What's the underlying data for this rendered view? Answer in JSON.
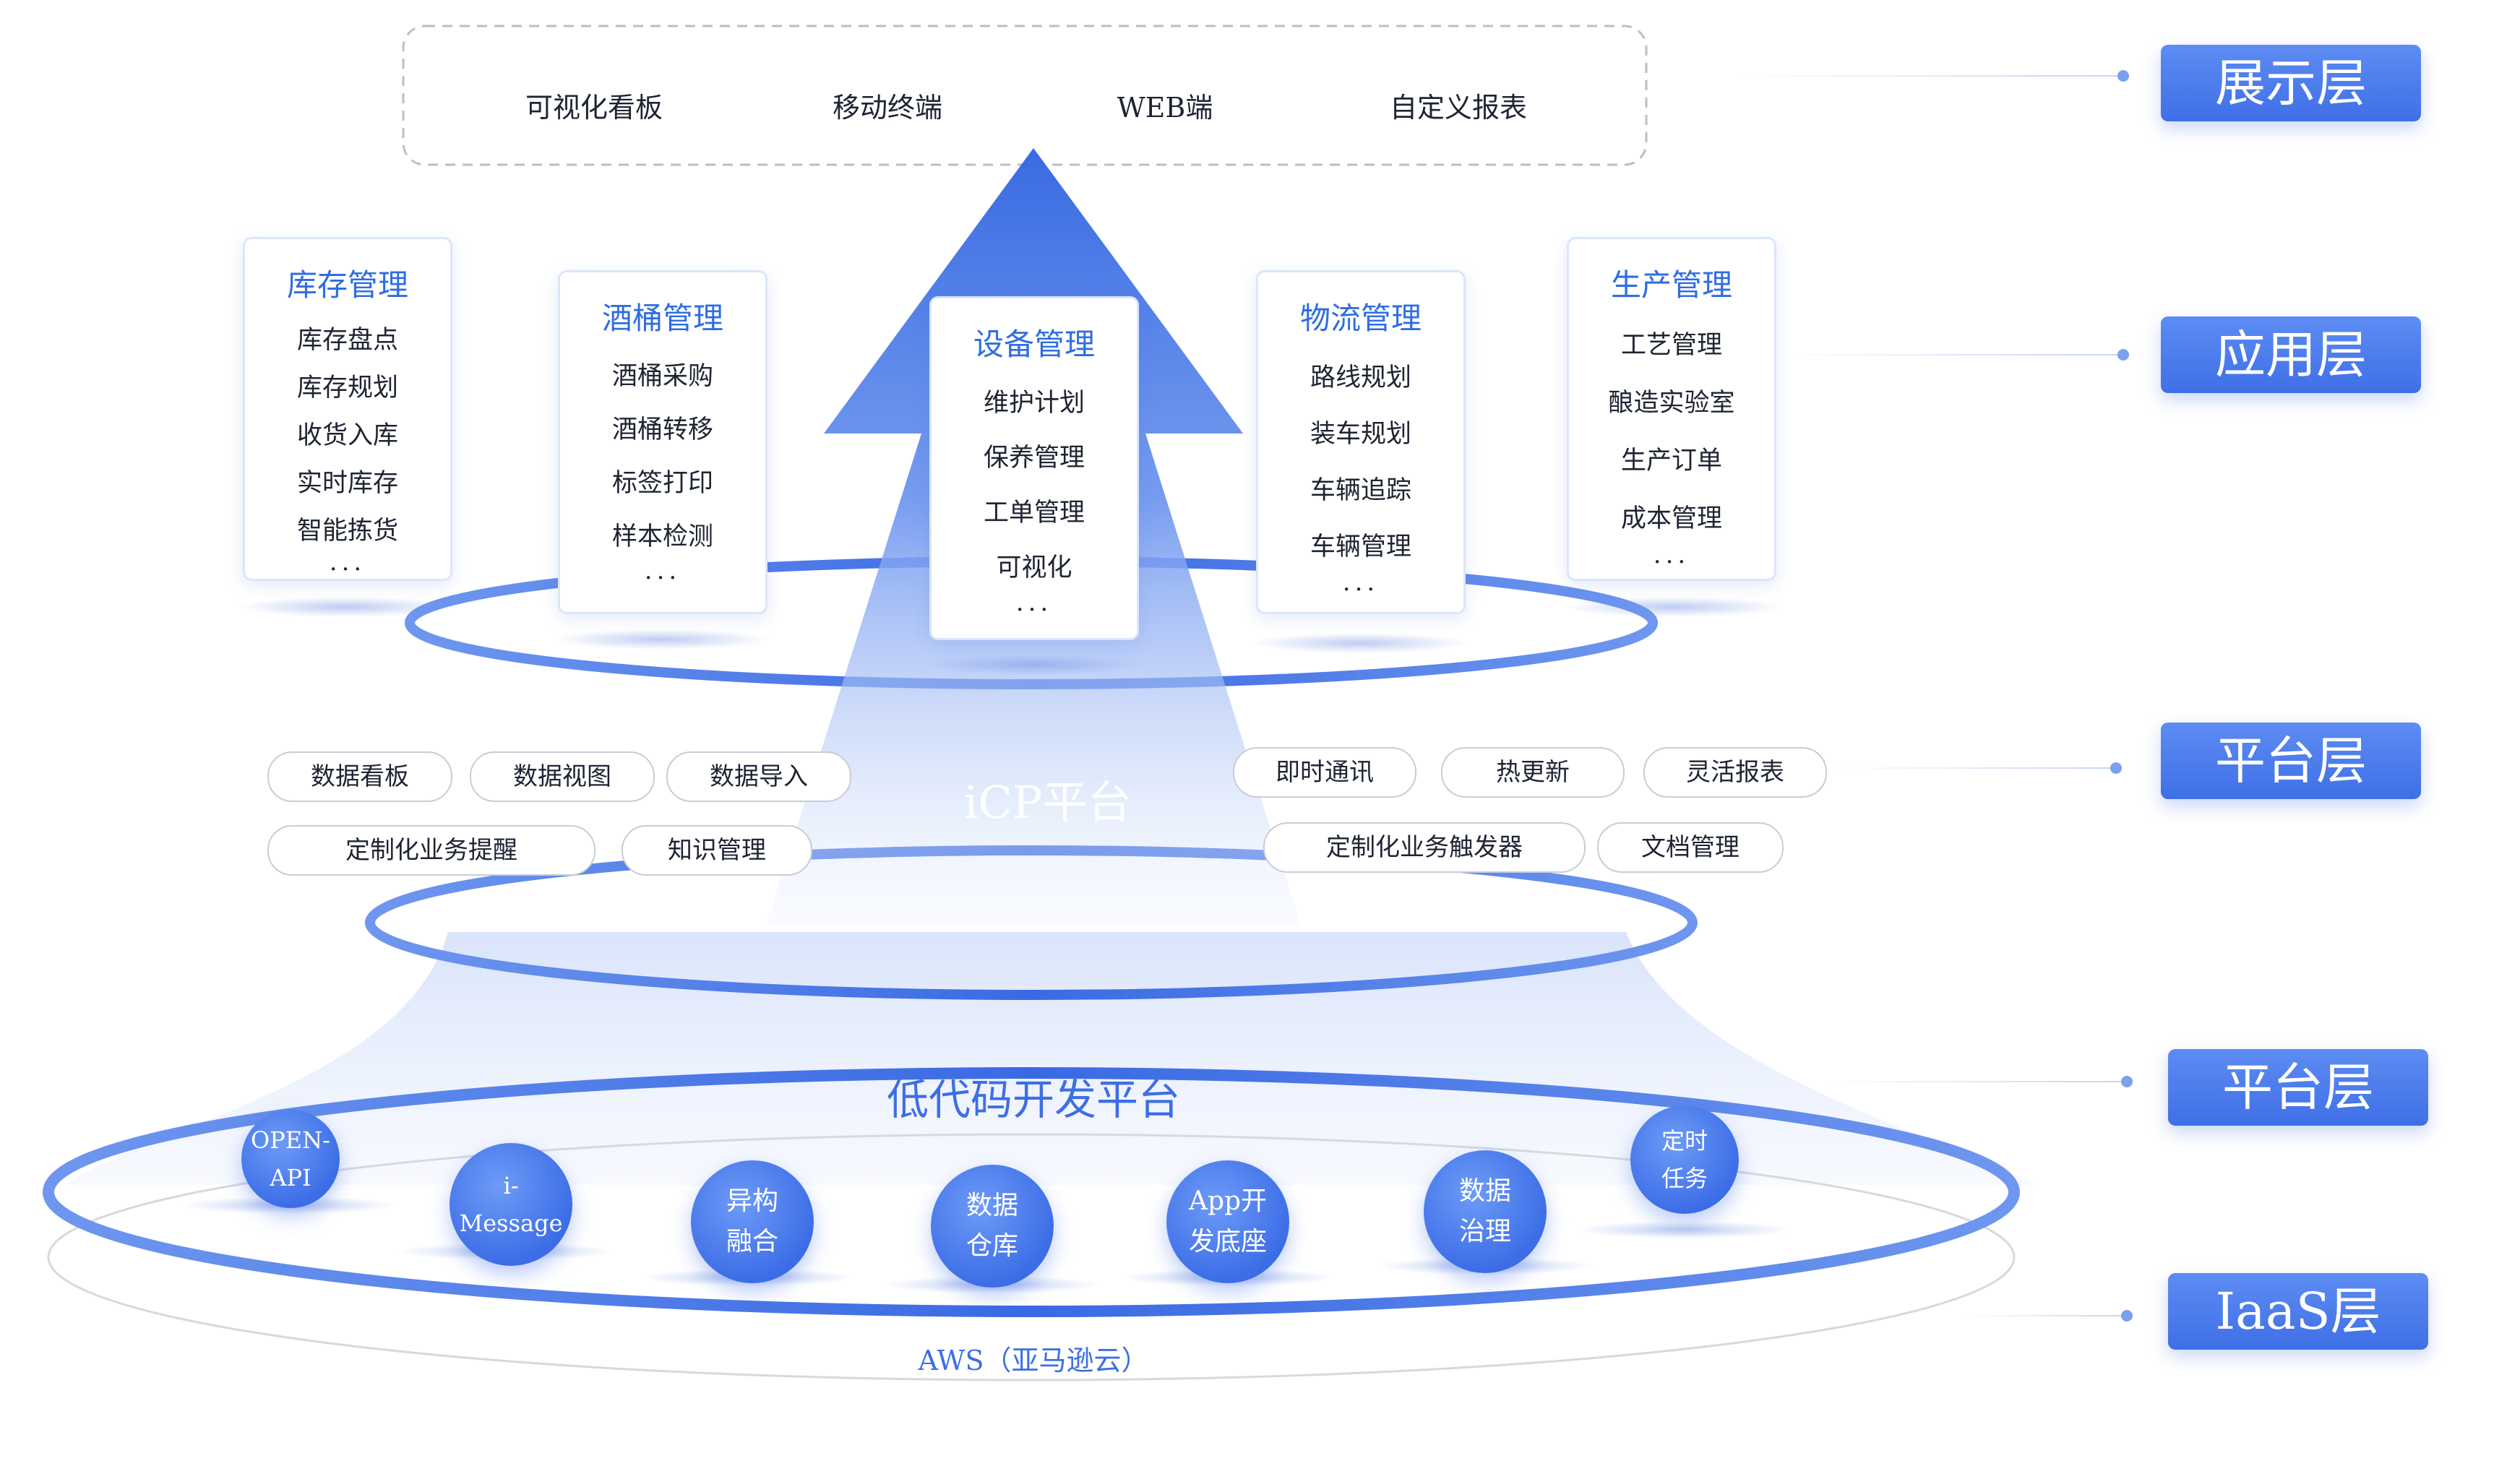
{
  "display_layer": {
    "items": [
      "可视化看板",
      "移动终端",
      "WEB端",
      "自定义报表"
    ]
  },
  "layers": {
    "display": "展示层",
    "application": "应用层",
    "platform_upper": "平台层",
    "platform_lower": "平台层",
    "iaas": "IaaS层"
  },
  "app_cards": [
    {
      "title": "库存管理",
      "items": [
        "库存盘点",
        "库存规划",
        "收货入库",
        "实时库存",
        "智能拣货"
      ],
      "more": "..."
    },
    {
      "title": "酒桶管理",
      "items": [
        "酒桶采购",
        "酒桶转移",
        "标签打印",
        "样本检测"
      ],
      "more": "..."
    },
    {
      "title": "设备管理",
      "items": [
        "维护计划",
        "保养管理",
        "工单管理",
        "可视化"
      ],
      "more": "..."
    },
    {
      "title": "物流管理",
      "items": [
        "路线规划",
        "装车规划",
        "车辆追踪",
        "车辆管理"
      ],
      "more": "..."
    },
    {
      "title": "生产管理",
      "items": [
        "工艺管理",
        "酿造实验室",
        "生产订单",
        "成本管理"
      ],
      "more": "..."
    }
  ],
  "icp_platform": {
    "title": "iCP平台",
    "left_pills": [
      "数据看板",
      "数据视图",
      "数据导入",
      "定制化业务提醒",
      "知识管理"
    ],
    "right_pills": [
      "即时通讯",
      "热更新",
      "灵活报表",
      "定制化业务触发器",
      "文档管理"
    ]
  },
  "lowcode_platform": {
    "title": "低代码开发平台",
    "modules": [
      {
        "line1": "OPEN-",
        "line2": "API"
      },
      {
        "line1": "i-",
        "line2": "Message"
      },
      {
        "line1": "异构",
        "line2": "融合"
      },
      {
        "line1": "数据",
        "line2": "仓库"
      },
      {
        "line1": "App开",
        "line2": "发底座"
      },
      {
        "line1": "数据",
        "line2": "治理"
      },
      {
        "line1": "定时",
        "line2": "任务"
      }
    ]
  },
  "iaas": {
    "label": "AWS（亚马逊云）"
  },
  "colors": {
    "accent": "#3d6ee7",
    "accent_light": "#5d8cf3",
    "card_border": "#dbe6fb"
  }
}
